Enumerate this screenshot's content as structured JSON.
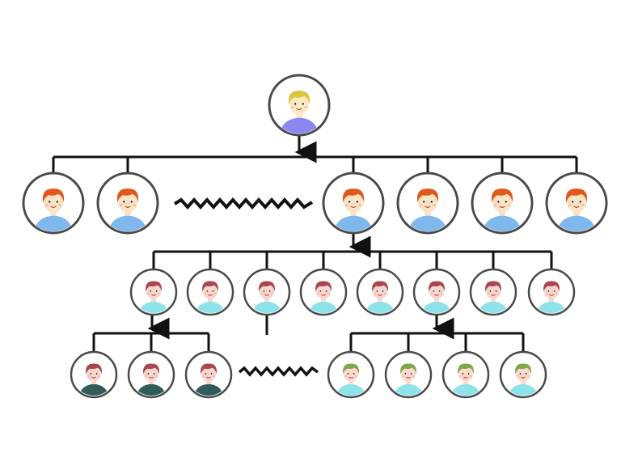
{
  "diagram": {
    "type": "hierarchy-tree",
    "levels": [
      {
        "level": 1,
        "count": 1,
        "skin": "#fde9c2",
        "hair": "#d9c63c",
        "shirt": "#8b86f0"
      },
      {
        "level": 2,
        "count": 6,
        "ellipsis_after": 2,
        "skin": "#fbe3c6",
        "hair": "#e0581b",
        "shirt": "#7fb8ec"
      },
      {
        "level": 3,
        "count": 8,
        "skin": "#f7d6d0",
        "hair": "#a8474f",
        "shirt": "#8ee3ea"
      },
      {
        "level": 4,
        "groups": [
          {
            "count": 3,
            "skin": "#f7d6d0",
            "hair": "#a8474f",
            "shirt": "#2f5d58"
          },
          {
            "count": 4,
            "skin": "#fbd9cf",
            "hair": "#7ea84a",
            "shirt": "#8ee3ea"
          }
        ]
      }
    ],
    "line_color": "#111111",
    "ring_color": "#4a4a4a",
    "continuation_marks": 2
  }
}
